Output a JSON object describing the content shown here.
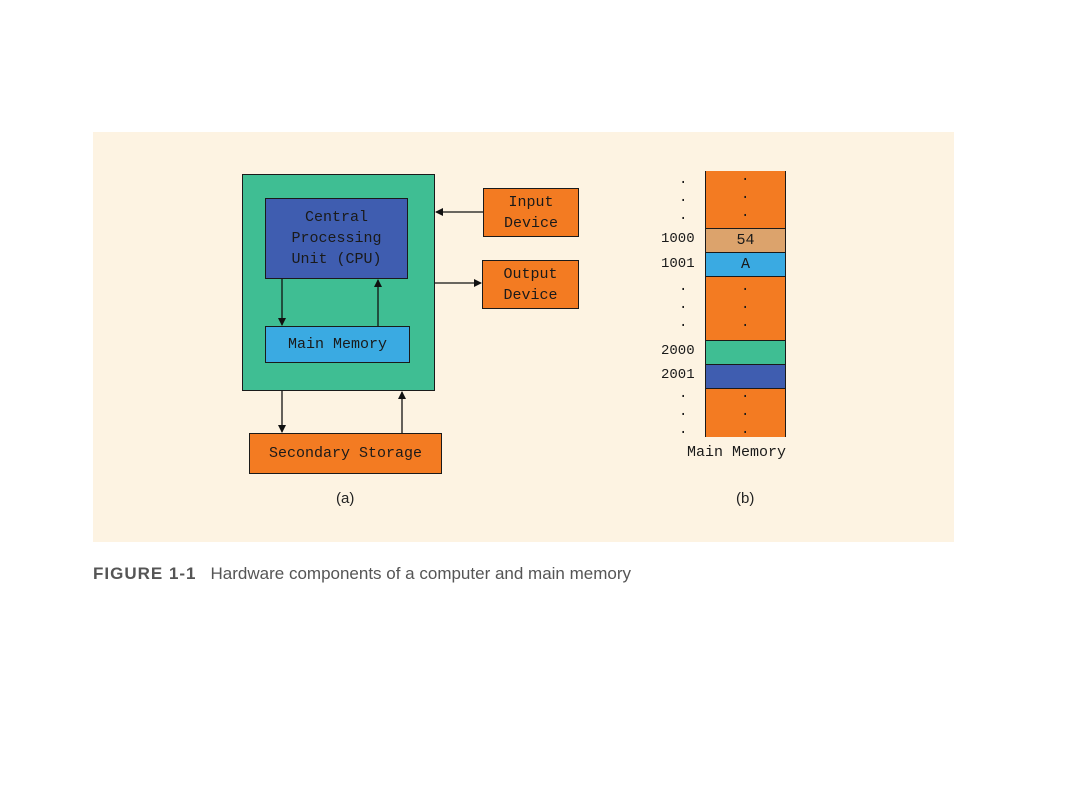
{
  "diagram_a": {
    "cpu_label": "Central\nProcessing\nUnit (CPU)",
    "main_memory_label": "Main Memory",
    "input_device_label": "Input\nDevice",
    "output_device_label": "Output\nDevice",
    "secondary_storage_label": "Secondary Storage",
    "sublabel": "(a)"
  },
  "diagram_b": {
    "addresses": [
      "1000",
      "1001",
      "2000",
      "2001"
    ],
    "cell_1000_value": "54",
    "cell_1001_value": "A",
    "title": "Main Memory",
    "sublabel": "(b)",
    "ellipsis": "."
  },
  "caption": {
    "figure_number": "FIGURE 1-1",
    "text": "Hardware components of a computer and main memory"
  },
  "colors": {
    "background_panel": "#fdf3e2",
    "orange": "#f37b22",
    "green": "#3fbe93",
    "blue": "#3f5db0",
    "light_blue": "#3aaae2",
    "tan": "#dca36c"
  }
}
